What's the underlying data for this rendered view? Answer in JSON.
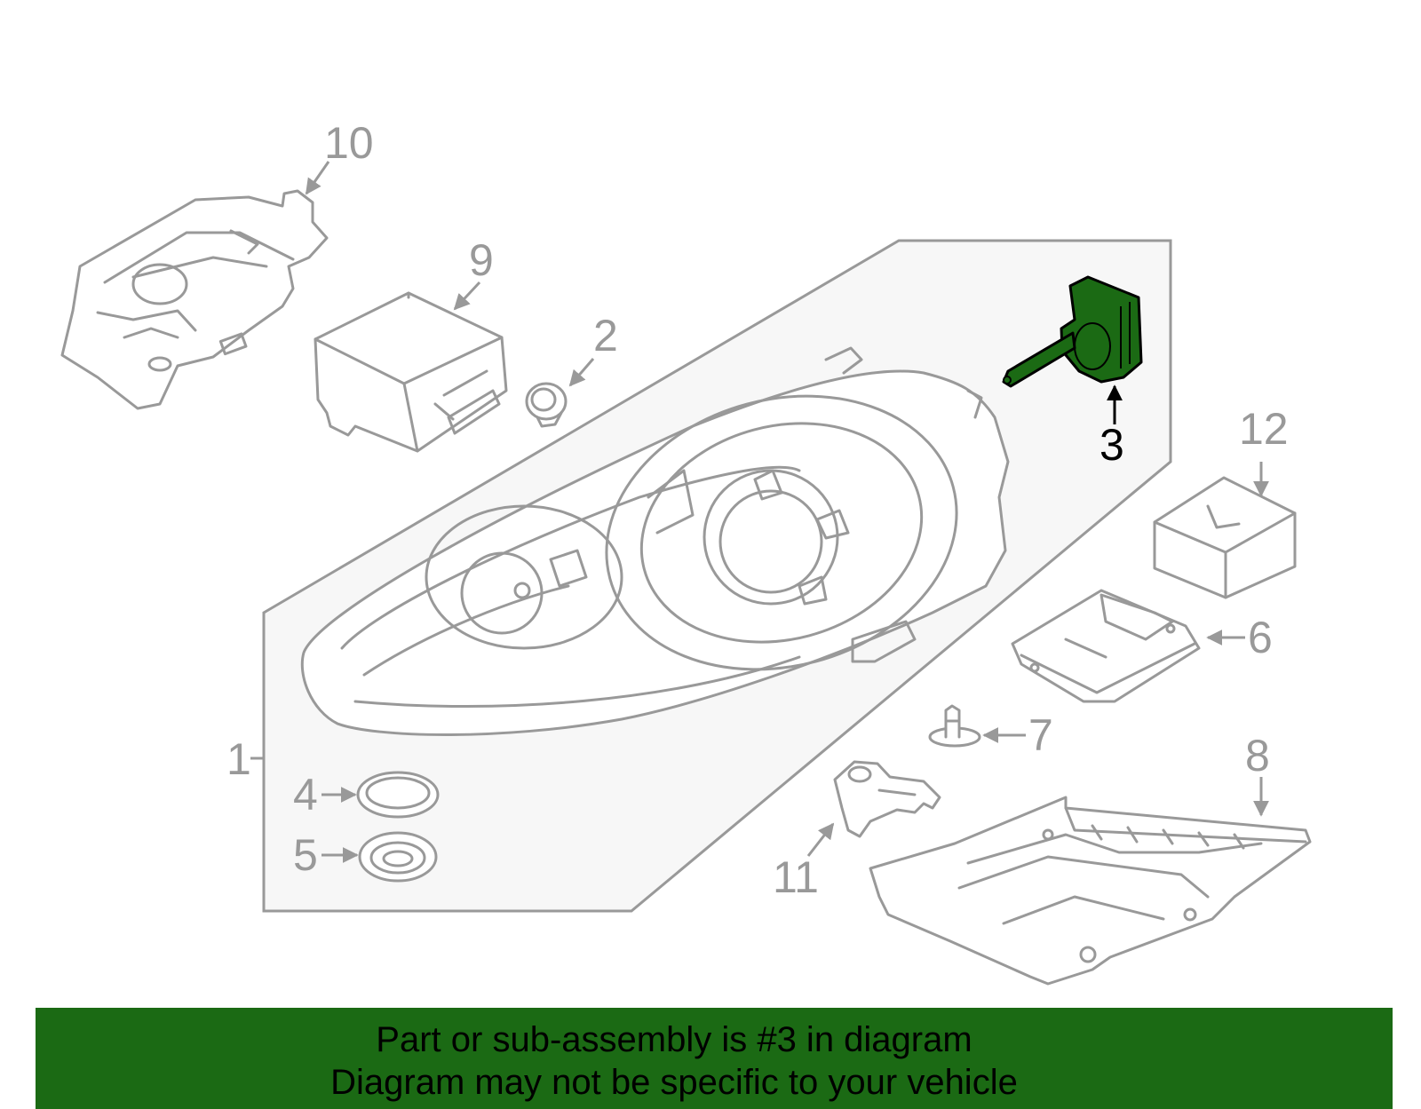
{
  "diagram": {
    "highlight_color": "#1b6a14",
    "line_color": "#999999",
    "callouts": {
      "c1": "1",
      "c2": "2",
      "c3": "3",
      "c4": "4",
      "c5": "5",
      "c6": "6",
      "c7": "7",
      "c8": "8",
      "c9": "9",
      "c10": "10",
      "c11": "11",
      "c12": "12"
    },
    "highlighted_part": "3"
  },
  "banner": {
    "line1": "Part or sub-assembly is #3 in diagram",
    "line2": "Diagram may not be specific to your vehicle",
    "background": "#1b6a14"
  }
}
